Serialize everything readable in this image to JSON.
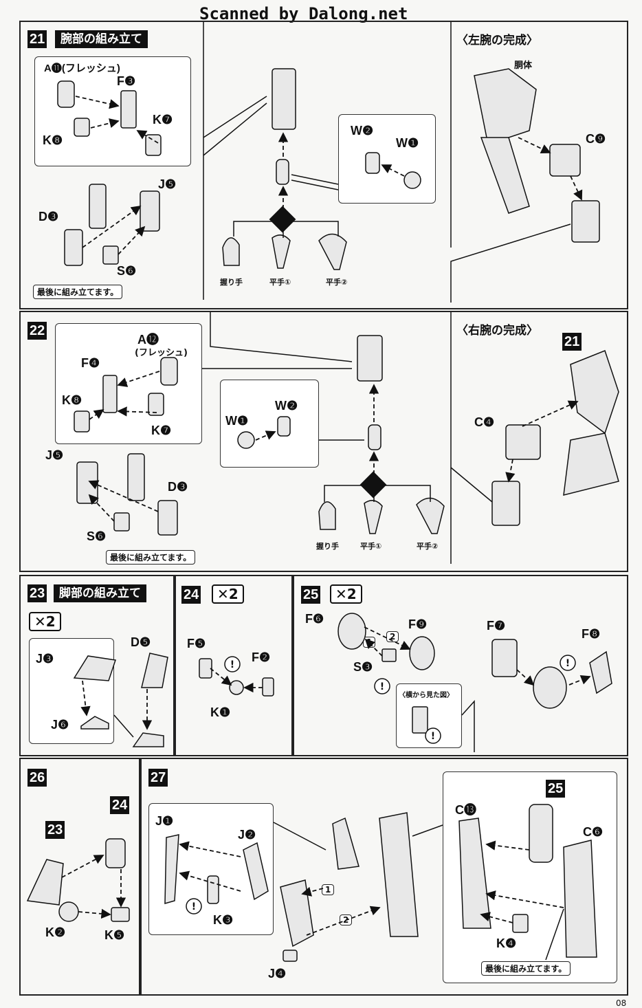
{
  "header": {
    "scan_credit": "Scanned by Dalong.net"
  },
  "page_number": "08",
  "steps": {
    "s21": {
      "num": "21",
      "title": "腕部の組み立て",
      "sub_label_a": "A⓫(フレッシュ)",
      "f": "F❸",
      "k7": "K❼",
      "k8": "K❽",
      "j": "J❺",
      "d": "D❸",
      "s": "S❻",
      "note": "最後に組み立てます。",
      "w2": "W❷",
      "w1": "W❶",
      "hand1": "握り手",
      "hand2": "平手①",
      "hand3": "平手②"
    },
    "left_arm": {
      "heading": "〈左腕の完成〉",
      "torso": "胴体",
      "c": "C❾"
    },
    "s22": {
      "num": "22",
      "a": "A⓬",
      "a_sub": "(フレッシュ)",
      "f": "F❹",
      "k8": "K❽",
      "k7": "K❼",
      "j": "J❺",
      "d": "D❸",
      "s": "S❻",
      "note": "最後に組み立てます。",
      "w1": "W❶",
      "w2": "W❷",
      "hand1": "握り手",
      "hand2": "平手①",
      "hand3": "平手②"
    },
    "right_arm": {
      "heading": "〈右腕の完成〉",
      "ref": "21",
      "c": "C❹"
    },
    "s23": {
      "num": "23",
      "title": "脚部の組み立て",
      "mult": "✕2",
      "j3": "J❸",
      "d5": "D❺",
      "j6": "J❻"
    },
    "s24": {
      "num": "24",
      "mult": "✕2",
      "f5": "F❺",
      "f2": "F❷",
      "k1": "K❶"
    },
    "s25": {
      "num": "25",
      "mult": "✕2",
      "f6": "F❻",
      "f9": "F❾",
      "s3": "S❸",
      "step1": "1",
      "step2": "2",
      "side_view": "〈横から見た図〉",
      "f7": "F❼",
      "f8": "F❽"
    },
    "s26": {
      "num": "26",
      "ref23": "23",
      "ref24": "24",
      "k2": "K❷",
      "k5": "K❺"
    },
    "s27": {
      "num": "27",
      "j1": "J❶",
      "j2": "J❷",
      "k3": "K❸",
      "j4": "J❹",
      "step1": "1",
      "step2": "2",
      "ref25": "25",
      "c13": "C⓭",
      "c6": "C❻",
      "k4": "K❹",
      "note": "最後に組み立てます。"
    }
  }
}
